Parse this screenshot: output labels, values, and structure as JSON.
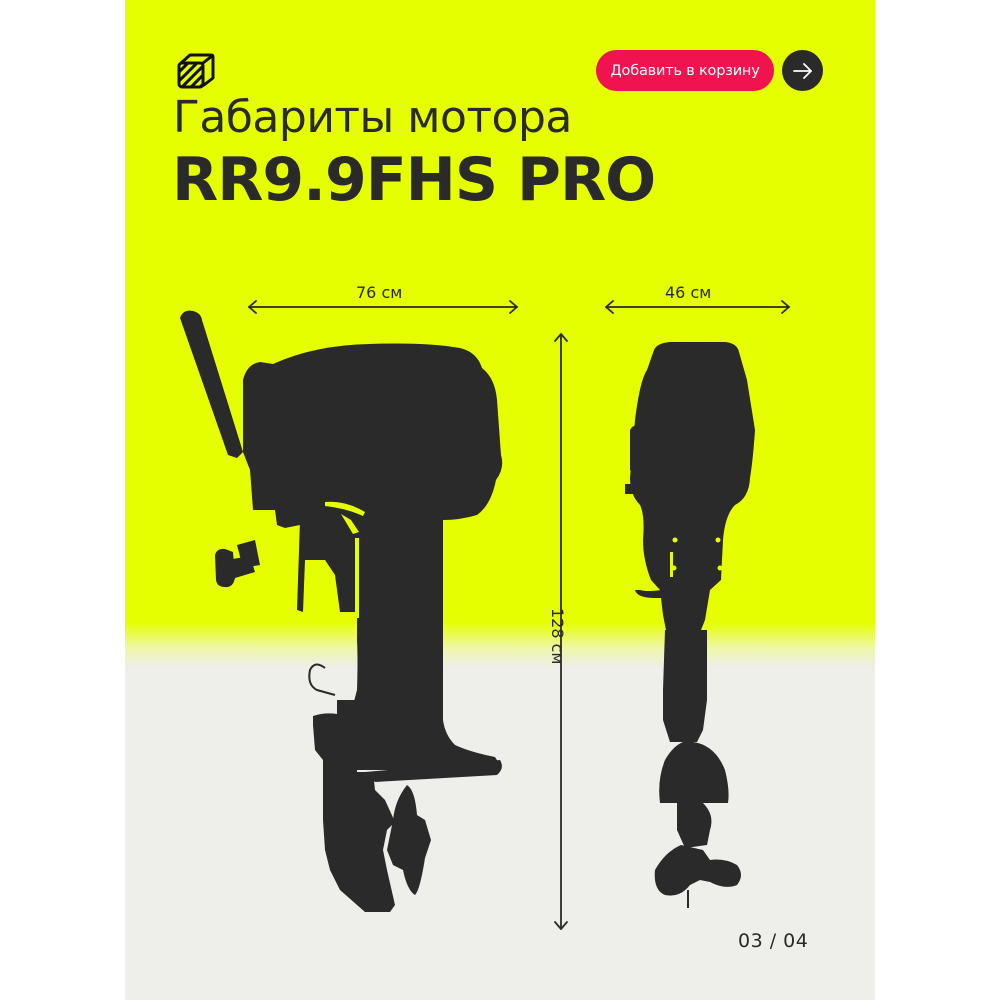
{
  "colors": {
    "background_top": "#e6ff00",
    "background_bottom": "#eeeeea",
    "text": "#2a2a2a",
    "accent": "#f0134f",
    "silhouette": "#2a2a2a"
  },
  "header": {
    "logo_icon": "striped-cube-icon",
    "add_to_cart_label": "Добавить в корзину",
    "next_icon": "arrow-right-icon"
  },
  "title": {
    "line1": "Габариты мотора",
    "line2": "RR9.9FHS PRO"
  },
  "dimensions": {
    "side_width": "76 см",
    "front_width": "46 см",
    "height": "128 см"
  },
  "figures": {
    "side_view": "outboard-motor-side-silhouette",
    "front_view": "outboard-motor-front-silhouette"
  },
  "pagination": {
    "label": "03 / 04",
    "current": "03",
    "total": "04"
  }
}
